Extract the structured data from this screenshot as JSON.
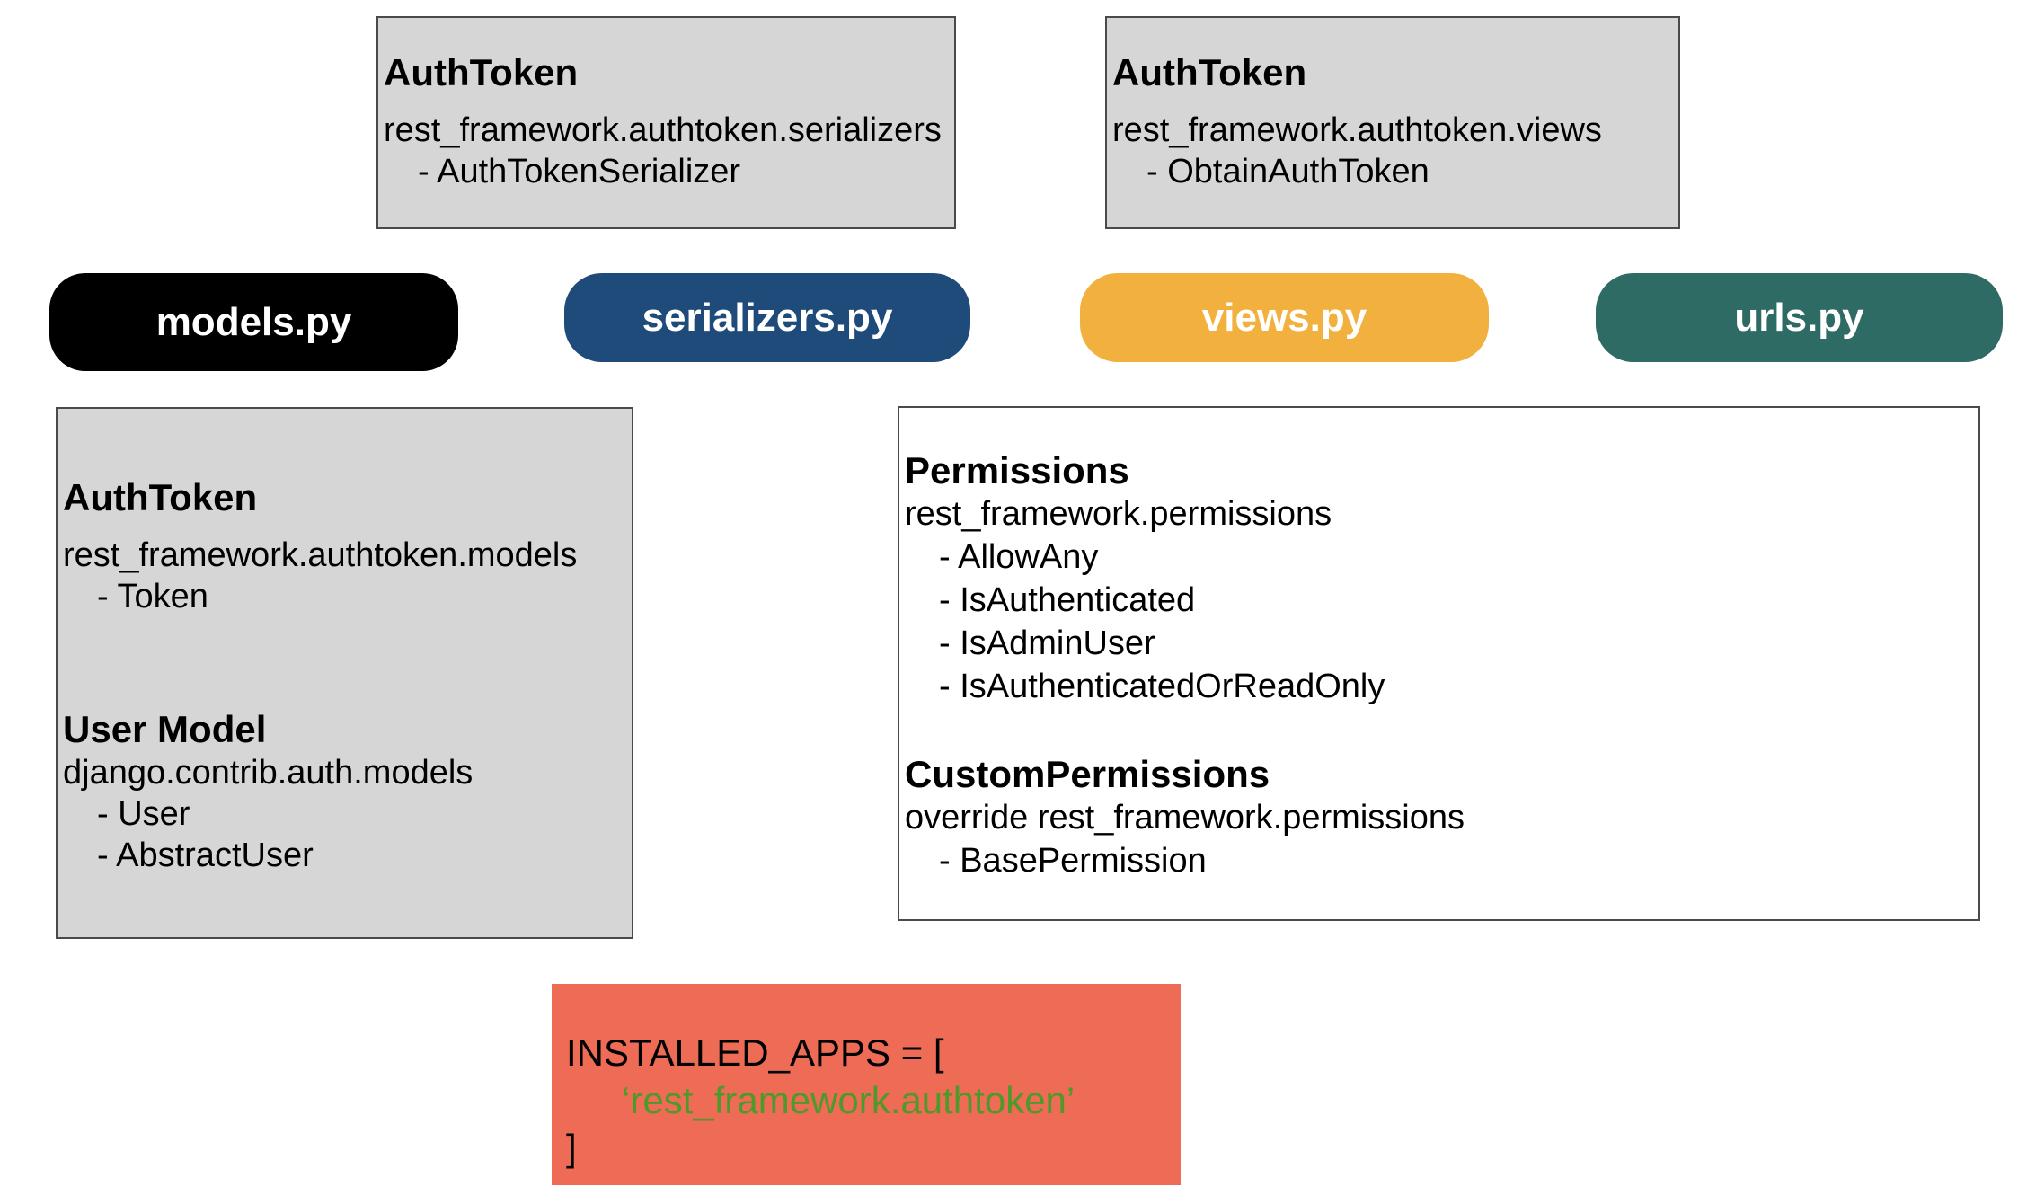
{
  "top_boxes": {
    "serializers_box": {
      "title": "AuthToken",
      "module": "rest_framework.authtoken.serializers",
      "items": [
        "- AuthTokenSerializer"
      ]
    },
    "views_box": {
      "title": "AuthToken",
      "module": "rest_framework.authtoken.views",
      "items": [
        "- ObtainAuthToken"
      ]
    }
  },
  "pills": [
    {
      "label": "models.py",
      "color": "#000000"
    },
    {
      "label": "serializers.py",
      "color": "#1f4b7a"
    },
    {
      "label": "views.py",
      "color": "#f2b03e"
    },
    {
      "label": "urls.py",
      "color": "#2e6b64"
    }
  ],
  "models_box": {
    "auth_title": "AuthToken",
    "auth_module": "rest_framework.authtoken.models",
    "auth_items": [
      "- Token"
    ],
    "user_title": "User Model",
    "user_module": "django.contrib.auth.models",
    "user_items": [
      "- User",
      "- AbstractUser"
    ]
  },
  "permissions_box": {
    "title": "Permissions",
    "module": "rest_framework.permissions",
    "items": [
      "- AllowAny",
      "- IsAuthenticated",
      "- IsAdminUser",
      "- IsAuthenticatedOrReadOnly"
    ],
    "custom_title": "CustomPermissions",
    "custom_module": "override rest_framework.permissions",
    "custom_items": [
      "- BasePermission"
    ]
  },
  "installed_apps": {
    "open_line": "INSTALLED_APPS = [",
    "open_quote": "‘",
    "app": "rest_framework.authtoken",
    "close_quote": "’",
    "close_line": "]",
    "color": "#ee6b56"
  }
}
